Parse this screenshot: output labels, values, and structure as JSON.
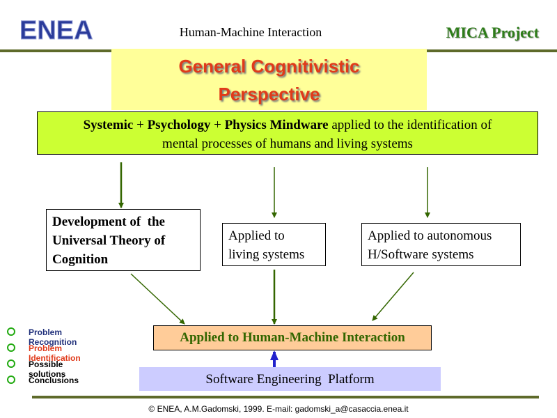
{
  "header": {
    "logo_text": "ENEA",
    "title": "Human-Machine Interaction",
    "project": "MICA Project"
  },
  "slide": {
    "title_line1": "General Cognitivistic",
    "title_line2": "Perspective"
  },
  "diagram": {
    "top": {
      "bold1": "Systemic",
      "sep1": " + ",
      "bold2": "Psychology",
      "sep2": " + ",
      "bold3": "Physics Mindware",
      "rest1": " applied to the identification of",
      "line2": "mental processes of humans and living systems"
    },
    "box1": {
      "line1": "Development of  the",
      "line2": "Universal Theory of",
      "line3": "Cognition"
    },
    "box2": {
      "line1": "Applied to",
      "line2": "living systems"
    },
    "box3": {
      "line1": "Applied to autonomous",
      "line2": "H/Software systems"
    },
    "hmi": "Applied to Human-Machine Interaction",
    "platform": "Software Engineering  Platform"
  },
  "bullets": [
    {
      "label": "Problem Recognition",
      "color": "#1f2f7a"
    },
    {
      "label": "Problem Identification",
      "color": "#e03a1a"
    },
    {
      "label": "Possible solutions",
      "color": "#000000"
    },
    {
      "label": "Conclusions",
      "color": "#000000"
    }
  ],
  "footer": "© ENEA, A.M.Gadomski, 1999. E-mail: gadomski_a@casaccia.enea.it",
  "colors": {
    "project": "#2e7d1a",
    "title": "#e03a1a",
    "top_box": "#ccff33",
    "title_box": "#ffff99",
    "hmi_box": "#ffcc99",
    "hmi_text": "#336600",
    "platform": "#ccccff",
    "arrow": "#336600",
    "blue_arrow": "#2222cc"
  }
}
